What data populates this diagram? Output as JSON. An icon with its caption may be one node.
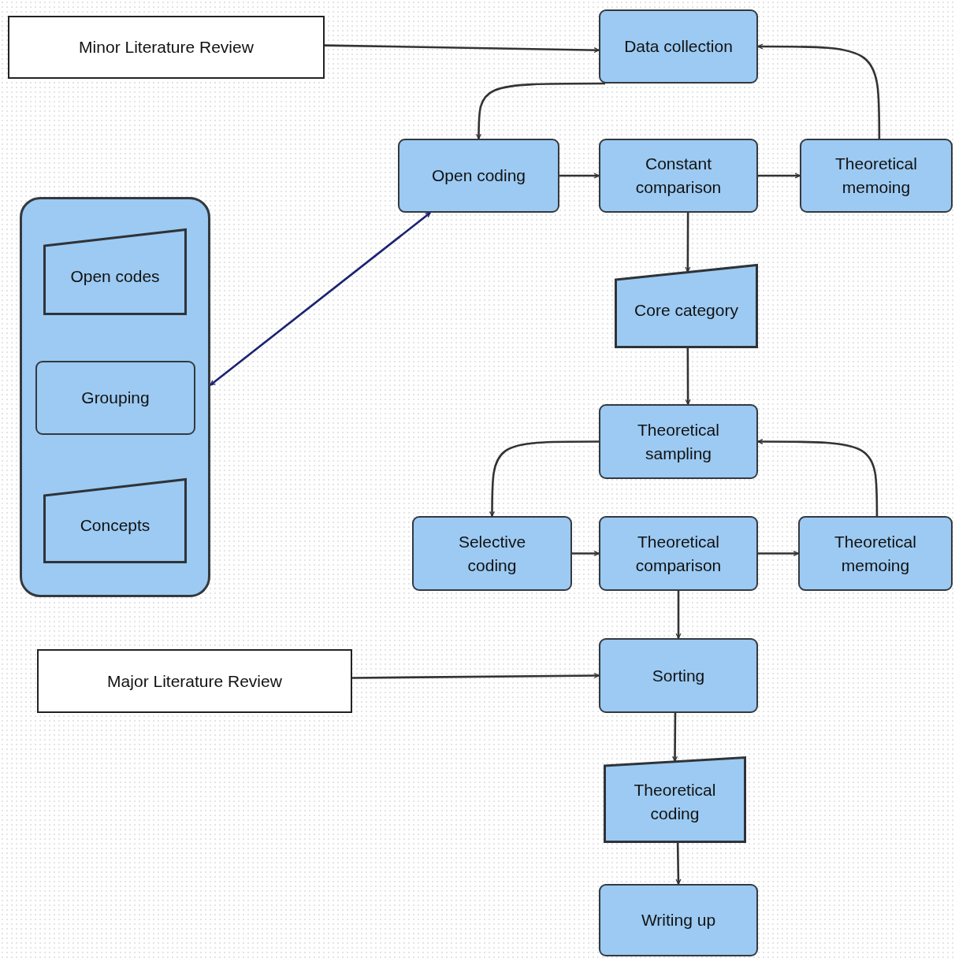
{
  "diagram": {
    "nodes": [
      {
        "text": [
          "Minor Literature Review"
        ]
      },
      {
        "text": [
          "Data collection"
        ]
      },
      {
        "text": [
          "Open coding"
        ]
      },
      {
        "text": [
          "Constant comparison"
        ]
      },
      {
        "text": [
          "Theoretical memoing"
        ]
      },
      {
        "text": [],
        "shape": "box"
      },
      {
        "text": [
          "Open codes"
        ],
        "in": 5
      },
      {
        "text": [
          "Grouping"
        ],
        "in": 5
      },
      {
        "text": [
          "Concepts"
        ],
        "in": 5
      },
      {
        "text": [
          "Core category"
        ]
      },
      {
        "text": [
          "Theoretical sampling"
        ]
      },
      {
        "text": [
          "Selective coding"
        ]
      },
      {
        "text": [
          "Theoretical comparison"
        ]
      },
      {
        "text": [
          "Theoretical memoing"
        ]
      },
      {
        "text": [
          "Major Literature Review"
        ]
      },
      {
        "text": [
          "Sorting"
        ]
      },
      {
        "text": [
          "Theoretical coding"
        ]
      },
      {
        "text": [
          "Writing up"
        ]
      }
    ],
    "edges": [
      {
        "from": 0,
        "to": 1,
        "arrow": "to"
      },
      {
        "from": 1,
        "to": 2,
        "arrow": "to"
      },
      {
        "from": 2,
        "to": 3,
        "arrow": "to"
      },
      {
        "from": 3,
        "to": 4,
        "arrow": "to"
      },
      {
        "from": 4,
        "to": 1,
        "arrow": "to"
      },
      {
        "from": 2,
        "to": 5,
        "arrow": "both",
        "color": "#1a2370"
      },
      {
        "from": 3,
        "to": 9,
        "arrow": "to"
      },
      {
        "from": 9,
        "to": 10,
        "arrow": "to"
      },
      {
        "from": 10,
        "to": 11,
        "arrow": "to"
      },
      {
        "from": 11,
        "to": 12,
        "arrow": "to"
      },
      {
        "from": 12,
        "to": 13,
        "arrow": "to"
      },
      {
        "from": 13,
        "to": 10,
        "arrow": "to"
      },
      {
        "from": 12,
        "to": 15,
        "arrow": "to"
      },
      {
        "from": 14,
        "to": 15,
        "arrow": "to"
      },
      {
        "from": 15,
        "to": 16,
        "arrow": "to"
      },
      {
        "from": 16,
        "to": 17,
        "arrow": "to"
      }
    ]
  }
}
